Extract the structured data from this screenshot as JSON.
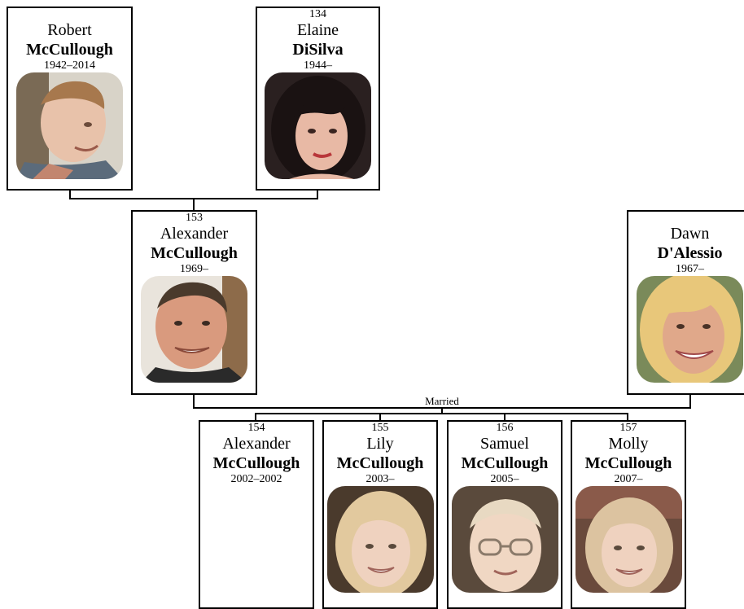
{
  "people": {
    "robert": {
      "id": "",
      "given": "Robert",
      "surname": "McCullough",
      "years": "1942–2014",
      "photo": "portrait-young-man-photo"
    },
    "elaine": {
      "id": "134",
      "given": "Elaine",
      "surname": "DiSilva",
      "years": "1944–",
      "photo": "portrait-dark-haired-woman-photo"
    },
    "alexander_sr": {
      "id": "153",
      "given": "Alexander",
      "surname": "McCullough",
      "years": "1969–",
      "photo": "portrait-smiling-man-photo"
    },
    "dawn": {
      "id": "",
      "given": "Dawn",
      "surname": "D'Alessio",
      "years": "1967–",
      "photo": "portrait-blonde-woman-photo"
    },
    "alexander_jr": {
      "id": "154",
      "given": "Alexander",
      "surname": "McCullough",
      "years": "2002–2002"
    },
    "lily": {
      "id": "155",
      "given": "Lily",
      "surname": "McCullough",
      "years": "2003–",
      "photo": "portrait-blonde-girl-photo"
    },
    "samuel": {
      "id": "156",
      "given": "Samuel",
      "surname": "McCullough",
      "years": "2005–",
      "photo": "portrait-boy-with-glasses-photo"
    },
    "molly": {
      "id": "157",
      "given": "Molly",
      "surname": "McCullough",
      "years": "2007–",
      "photo": "portrait-young-girl-photo"
    }
  },
  "relationship_label": "Married",
  "colors": {
    "border": "#000000",
    "background": "#ffffff"
  }
}
